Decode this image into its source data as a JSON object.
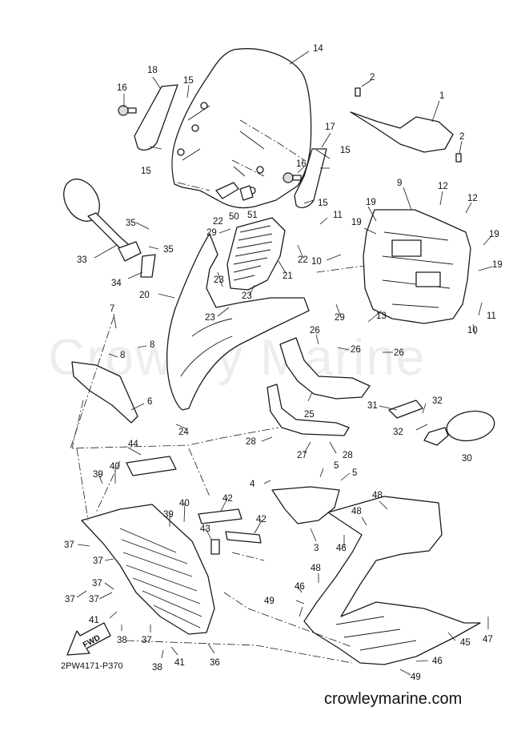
{
  "diagram": {
    "reference_code": "2PW4171-P370",
    "website": "crowleymarine.com",
    "watermark": "Crowley Marine",
    "direction_label": "FWD",
    "callouts": [
      {
        "id": "c1",
        "text": "1"
      },
      {
        "id": "c2a",
        "text": "2"
      },
      {
        "id": "c2b",
        "text": "2"
      },
      {
        "id": "c3",
        "text": "3"
      },
      {
        "id": "c4",
        "text": "4"
      },
      {
        "id": "c5a",
        "text": "5"
      },
      {
        "id": "c5b",
        "text": "5"
      },
      {
        "id": "c6",
        "text": "6"
      },
      {
        "id": "c7",
        "text": "7"
      },
      {
        "id": "c8a",
        "text": "8"
      },
      {
        "id": "c8b",
        "text": "8"
      },
      {
        "id": "c9",
        "text": "9"
      },
      {
        "id": "c10a",
        "text": "10"
      },
      {
        "id": "c10b",
        "text": "10"
      },
      {
        "id": "c11a",
        "text": "11"
      },
      {
        "id": "c11b",
        "text": "11"
      },
      {
        "id": "c12a",
        "text": "12"
      },
      {
        "id": "c12b",
        "text": "12"
      },
      {
        "id": "c13",
        "text": "13"
      },
      {
        "id": "c14",
        "text": "14"
      },
      {
        "id": "c15a",
        "text": "15"
      },
      {
        "id": "c15b",
        "text": "15"
      },
      {
        "id": "c15c",
        "text": "15"
      },
      {
        "id": "c15d",
        "text": "15"
      },
      {
        "id": "c16a",
        "text": "16"
      },
      {
        "id": "c16b",
        "text": "16"
      },
      {
        "id": "c17",
        "text": "17"
      },
      {
        "id": "c18",
        "text": "18"
      },
      {
        "id": "c19a",
        "text": "19"
      },
      {
        "id": "c19b",
        "text": "19"
      },
      {
        "id": "c19c",
        "text": "19"
      },
      {
        "id": "c19d",
        "text": "19"
      },
      {
        "id": "c20",
        "text": "20"
      },
      {
        "id": "c21",
        "text": "21"
      },
      {
        "id": "c22a",
        "text": "22"
      },
      {
        "id": "c22b",
        "text": "22"
      },
      {
        "id": "c23a",
        "text": "23"
      },
      {
        "id": "c23b",
        "text": "23"
      },
      {
        "id": "c23c",
        "text": "23"
      },
      {
        "id": "c24",
        "text": "24"
      },
      {
        "id": "c25",
        "text": "25"
      },
      {
        "id": "c26a",
        "text": "26"
      },
      {
        "id": "c26b",
        "text": "26"
      },
      {
        "id": "c26c",
        "text": "26"
      },
      {
        "id": "c27",
        "text": "27"
      },
      {
        "id": "c28a",
        "text": "28"
      },
      {
        "id": "c28b",
        "text": "28"
      },
      {
        "id": "c29a",
        "text": "29"
      },
      {
        "id": "c29b",
        "text": "29"
      },
      {
        "id": "c30",
        "text": "30"
      },
      {
        "id": "c31",
        "text": "31"
      },
      {
        "id": "c32a",
        "text": "32"
      },
      {
        "id": "c32b",
        "text": "32"
      },
      {
        "id": "c33",
        "text": "33"
      },
      {
        "id": "c34",
        "text": "34"
      },
      {
        "id": "c35a",
        "text": "35"
      },
      {
        "id": "c35b",
        "text": "35"
      },
      {
        "id": "c36",
        "text": "36"
      },
      {
        "id": "c37a",
        "text": "37"
      },
      {
        "id": "c37b",
        "text": "37"
      },
      {
        "id": "c37c",
        "text": "37"
      },
      {
        "id": "c37d",
        "text": "37"
      },
      {
        "id": "c37e",
        "text": "37"
      },
      {
        "id": "c37f",
        "text": "37"
      },
      {
        "id": "c38a",
        "text": "38"
      },
      {
        "id": "c38b",
        "text": "38"
      },
      {
        "id": "c39a",
        "text": "39"
      },
      {
        "id": "c39b",
        "text": "39"
      },
      {
        "id": "c40a",
        "text": "40"
      },
      {
        "id": "c40b",
        "text": "40"
      },
      {
        "id": "c41a",
        "text": "41"
      },
      {
        "id": "c41b",
        "text": "41"
      },
      {
        "id": "c42a",
        "text": "42"
      },
      {
        "id": "c42b",
        "text": "42"
      },
      {
        "id": "c43",
        "text": "43"
      },
      {
        "id": "c44",
        "text": "44"
      },
      {
        "id": "c45",
        "text": "45"
      },
      {
        "id": "c46a",
        "text": "46"
      },
      {
        "id": "c46b",
        "text": "46"
      },
      {
        "id": "c46c",
        "text": "46"
      },
      {
        "id": "c47",
        "text": "47"
      },
      {
        "id": "c48a",
        "text": "48"
      },
      {
        "id": "c48b",
        "text": "48"
      },
      {
        "id": "c48c",
        "text": "48"
      },
      {
        "id": "c49a",
        "text": "49"
      },
      {
        "id": "c49b",
        "text": "49"
      },
      {
        "id": "c50",
        "text": "50"
      },
      {
        "id": "c51",
        "text": "51"
      }
    ]
  }
}
